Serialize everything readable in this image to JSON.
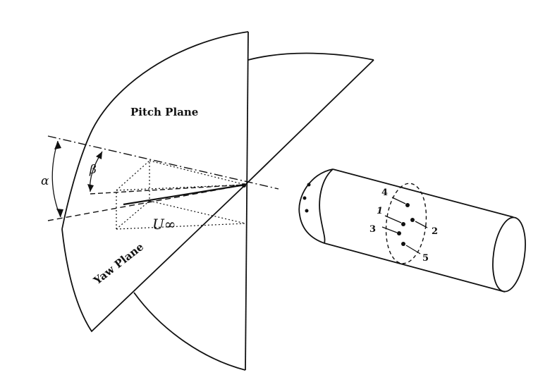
{
  "labels": {
    "pitch_plane": "Pitch Plane",
    "yaw_plane": "Yaw Plane",
    "alpha": "α",
    "beta": "β",
    "velocity": "U∞"
  },
  "ports": [
    "1",
    "2",
    "3",
    "4",
    "5"
  ]
}
